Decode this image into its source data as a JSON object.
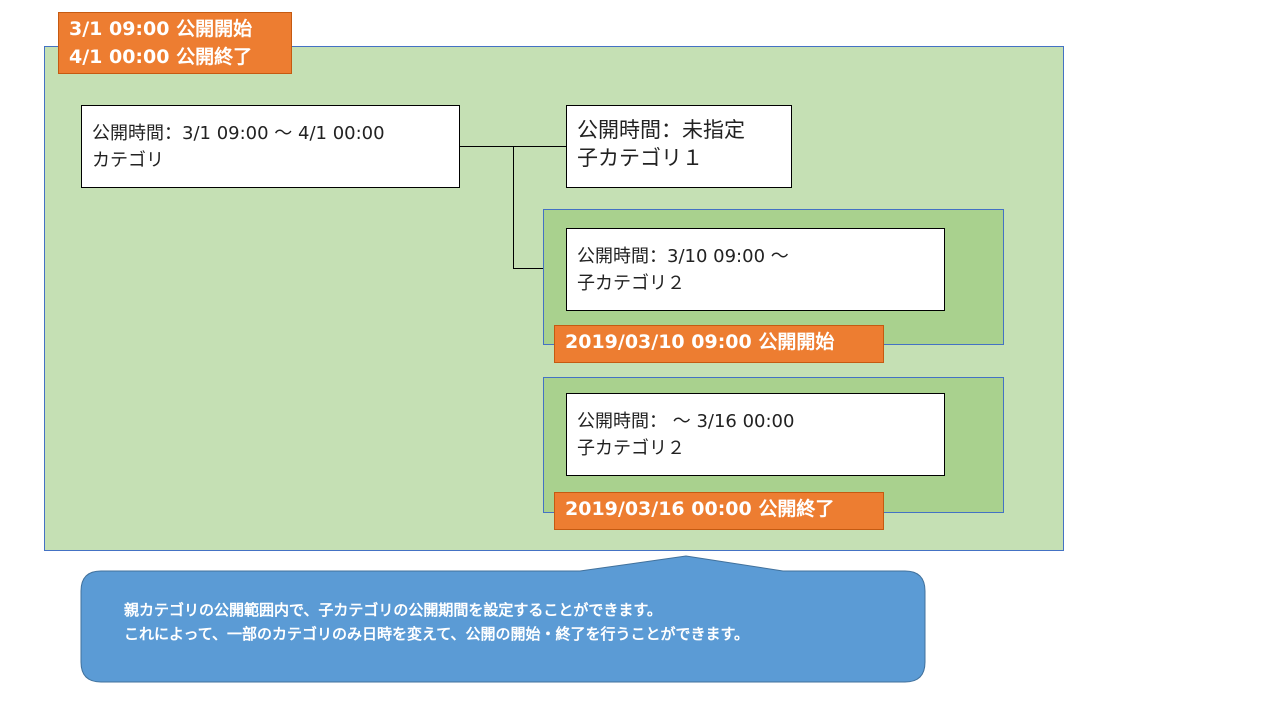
{
  "parent": {
    "tag_lines": [
      "3/1 09:00 公開開始",
      "4/1 00:00 公開終了"
    ],
    "box_lines": [
      "公開時間：3/1 09:00 〜 4/1 00:00",
      "カテゴリ"
    ]
  },
  "child1": {
    "box_lines": [
      "公開時間：未指定",
      "子カテゴリ１"
    ]
  },
  "child2a": {
    "box_lines": [
      "公開時間：3/10 09:00 〜",
      "子カテゴリ２"
    ],
    "tag": "2019/03/10 09:00 公開開始"
  },
  "child2b": {
    "box_lines": [
      "公開時間： 〜 3/16 00:00",
      "子カテゴリ２"
    ],
    "tag": "2019/03/16 00:00 公開終了"
  },
  "callout": {
    "lines": [
      "親カテゴリの公開範囲内で、子カテゴリの公開期間を設定することができます。",
      "これによって、一部のカテゴリのみ日時を変えて、公開の開始・終了を行うことができます。"
    ]
  },
  "colors": {
    "outer": "#c5e0b4",
    "inner": "#a9d18e",
    "tag": "#ed7d31",
    "callout": "#5b9bd5"
  }
}
